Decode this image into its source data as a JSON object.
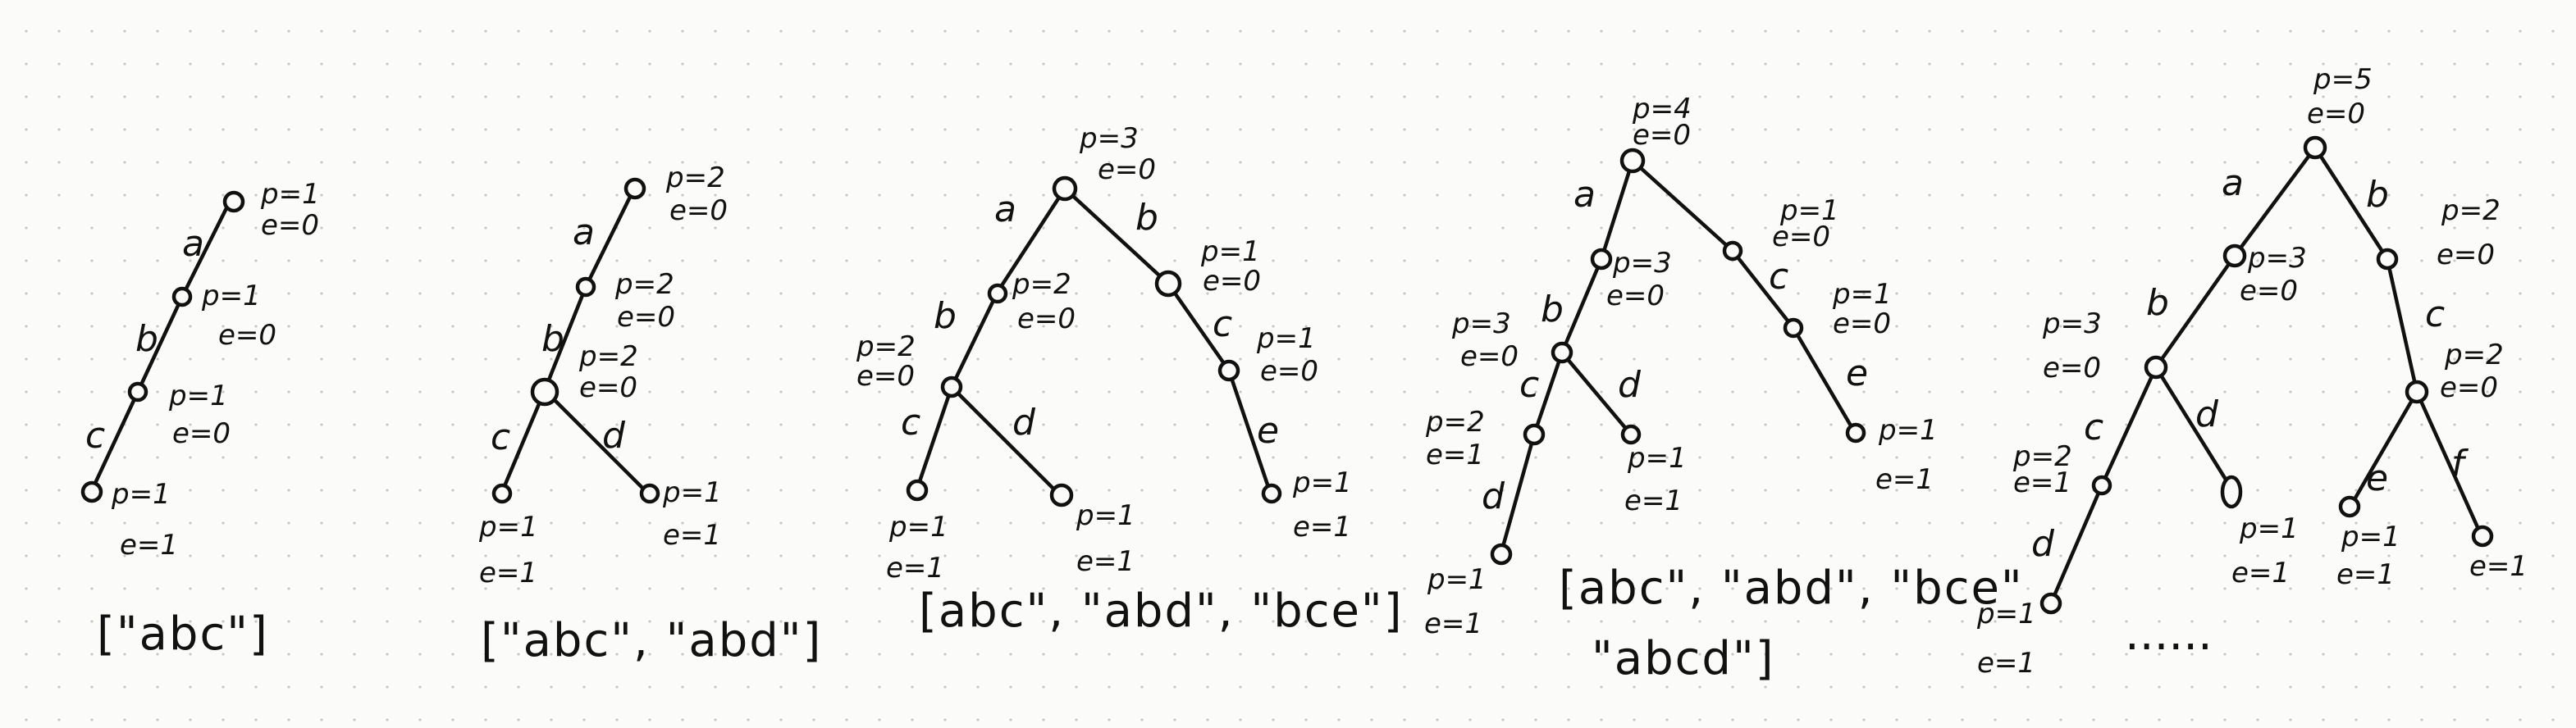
{
  "tries": [
    {
      "caption": "[\"abc\"]",
      "root": {
        "p": "p=1",
        "e": "e=0"
      },
      "edges": {
        "a": "a",
        "b": "b",
        "c": "c"
      },
      "nodes": {
        "ab": {
          "p": "p=1",
          "e": "e=0"
        },
        "abc_mid": {
          "p": "p=1",
          "e": "e=0"
        },
        "leaf": {
          "p": "p=1",
          "e": "e=1"
        }
      }
    },
    {
      "caption": "[\"abc\", \"abd\"]",
      "root": {
        "p": "p=2",
        "e": "e=0"
      },
      "edges": {
        "a": "a",
        "b": "b",
        "c": "c",
        "d": "d"
      },
      "nodes": {
        "a": {
          "p": "p=2",
          "e": "e=0"
        },
        "ab": {
          "p": "p=2",
          "e": "e=0"
        },
        "abc": {
          "p": "p=1",
          "e": "e=1"
        },
        "abd": {
          "p": "p=1",
          "e": "e=1"
        }
      }
    },
    {
      "caption": "[abc\", \"abd\", \"bce\"]",
      "root": {
        "p": "p=3",
        "e": "e=0"
      },
      "edges": {
        "a": "a",
        "b": "b",
        "b2": "b",
        "c": "c",
        "d": "d",
        "c2": "c",
        "e": "e"
      },
      "nodes": {
        "a": {
          "p": "p=2",
          "e": "e=0"
        },
        "ab": {
          "p": "p=2",
          "e": "e=0"
        },
        "abc": {
          "p": "p=1",
          "e": "e=1"
        },
        "abd": {
          "p": "p=1",
          "e": "e=1"
        },
        "b": {
          "p": "p=1",
          "e": "e=0"
        },
        "bc": {
          "p": "p=1",
          "e": "e=0"
        },
        "bce": {
          "p": "p=1",
          "e": "e=1"
        }
      }
    },
    {
      "caption": "[abc\", \"abd\", \"bce\"",
      "caption2": "\"abcd\"]",
      "root": {
        "p": "p=4",
        "e": "e=0"
      },
      "edges": {
        "a": "a",
        "b": "b",
        "c": "c",
        "d": "d",
        "d2": "d",
        "c2": "c",
        "e": "e"
      },
      "nodes": {
        "a": {
          "p": "p=3",
          "e": "e=0"
        },
        "ab": {
          "p": "p=3",
          "e": "e=0"
        },
        "abc": {
          "p": "p=2",
          "e": "e=1"
        },
        "abd": {
          "p": "p=1",
          "e": "e=1"
        },
        "abcd": {
          "p": "p=1",
          "e": "e=1"
        },
        "b": {
          "p": "p=1",
          "e": "e=0"
        },
        "bc": {
          "p": "p=1",
          "e": "e=0"
        },
        "bce": {
          "p": "p=1",
          "e": "e=1"
        }
      }
    },
    {
      "caption": "......",
      "root": {
        "p": "p=5",
        "e": "e=0"
      },
      "edges": {
        "a": "a",
        "b": "b",
        "b2": "b",
        "c": "c",
        "d": "d",
        "d2": "d",
        "c2": "c",
        "e": "e",
        "f": "f"
      },
      "nodes": {
        "a": {
          "p": "p=3",
          "e": "e=0"
        },
        "ab": {
          "p": "p=3",
          "e": "e=0"
        },
        "abc": {
          "p": "p=2",
          "e": "e=1"
        },
        "abd": {
          "p": "p=1",
          "e": "e=1"
        },
        "abcd": {
          "p": "p=1",
          "e": "e=1"
        },
        "b": {
          "p": "p=2",
          "e": "e=0"
        },
        "bc": {
          "p": "p=2",
          "e": "e=0"
        },
        "bce": {
          "p": "p=1",
          "e": "e=1"
        },
        "bcf": {
          "p": "p=1",
          "e": "e=1"
        }
      }
    }
  ]
}
